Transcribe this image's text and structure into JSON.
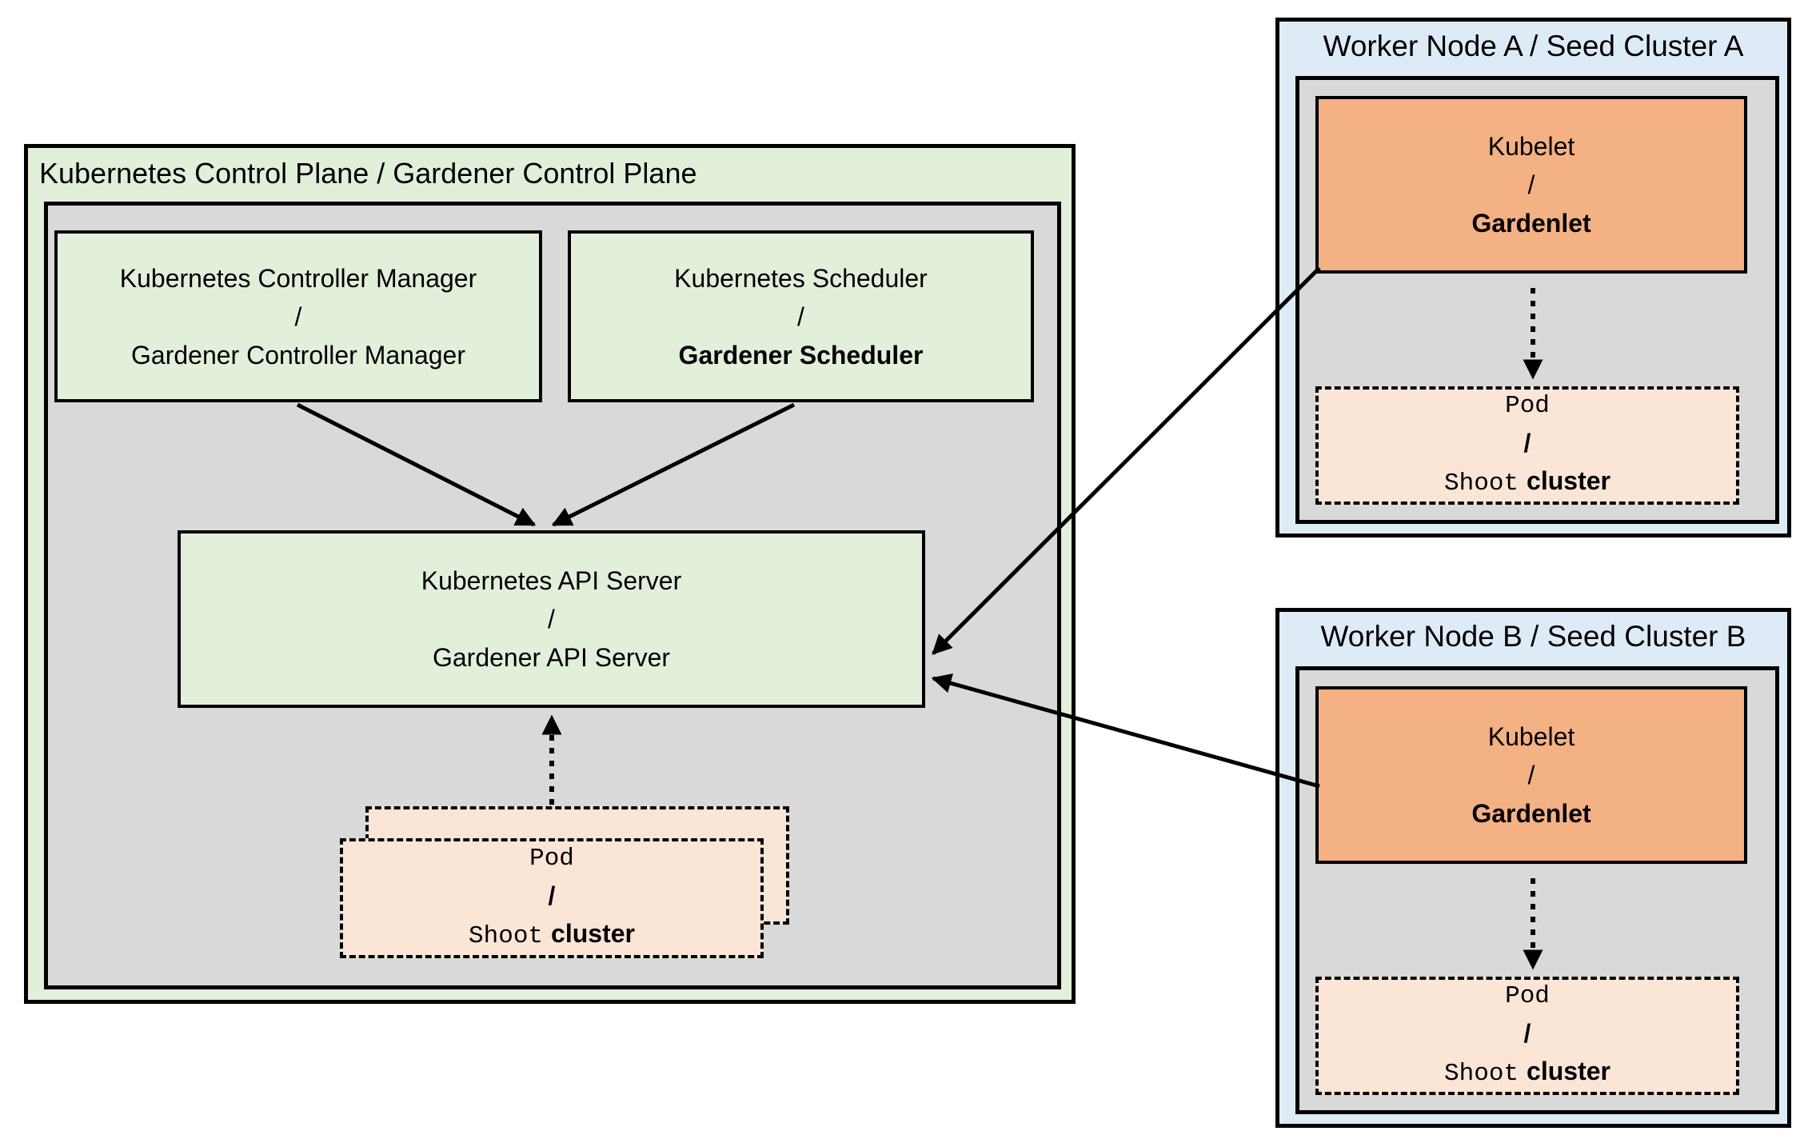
{
  "colors": {
    "box_green": "#E2EFDA",
    "panel_gray": "#D9D9D9",
    "node_blue": "#DEEBF7",
    "kubelet_orange": "#F4B183",
    "pod_peach": "#FBE5D6",
    "line_black": "#000000"
  },
  "control_plane": {
    "title": "Kubernetes Control Plane / Gardener Control Plane",
    "controller_manager": {
      "top": "Kubernetes Controller Manager",
      "sep": "/",
      "bottom": "Gardener Controller Manager"
    },
    "scheduler": {
      "top": "Kubernetes Scheduler",
      "sep": "/",
      "bottom": "Gardener Scheduler"
    },
    "api_server": {
      "top": "Kubernetes API Server",
      "sep": "/",
      "bottom": "Gardener API Server"
    },
    "pod": {
      "top": "Pod",
      "sep": "/",
      "bottom_mono": "Shoot",
      "bottom_sans": "cluster"
    }
  },
  "workers": [
    {
      "title": "Worker Node A / Seed Cluster A",
      "kubelet": {
        "top": "Kubelet",
        "sep": "/",
        "bottom": "Gardenlet"
      },
      "pod": {
        "top": "Pod",
        "sep": "/",
        "bottom_mono": "Shoot",
        "bottom_sans": "cluster"
      }
    },
    {
      "title": "Worker Node B / Seed Cluster B",
      "kubelet": {
        "top": "Kubelet",
        "sep": "/",
        "bottom": "Gardenlet"
      },
      "pod": {
        "top": "Pod",
        "sep": "/",
        "bottom_mono": "Shoot",
        "bottom_sans": "cluster"
      }
    }
  ]
}
